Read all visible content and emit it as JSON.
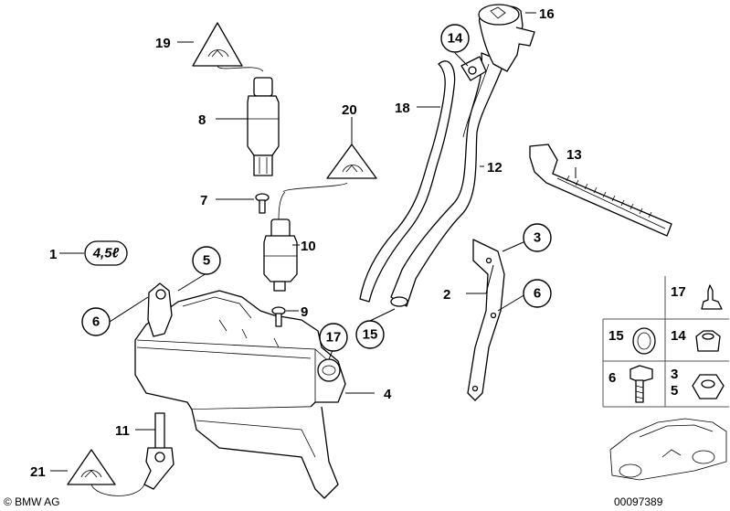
{
  "labels": {
    "l1": "1",
    "l2": "2",
    "l3": "3",
    "l4": "4",
    "l5": "5",
    "l6a": "6",
    "l6b": "6",
    "l7": "7",
    "l8": "8",
    "l9": "9",
    "l10": "10",
    "l11": "11",
    "l12": "12",
    "l13": "13",
    "l14": "14",
    "l15": "15",
    "l16": "16",
    "l17": "17",
    "l18": "18",
    "l19": "19",
    "l20": "20",
    "l21": "21"
  },
  "capacity": "4,5ℓ",
  "legend": {
    "c17": "17",
    "c15": "15",
    "c14": "14",
    "c6": "6",
    "c3": "3",
    "c5": "5"
  },
  "footer": {
    "copyright": "© BMW AG",
    "code": "00097389"
  }
}
